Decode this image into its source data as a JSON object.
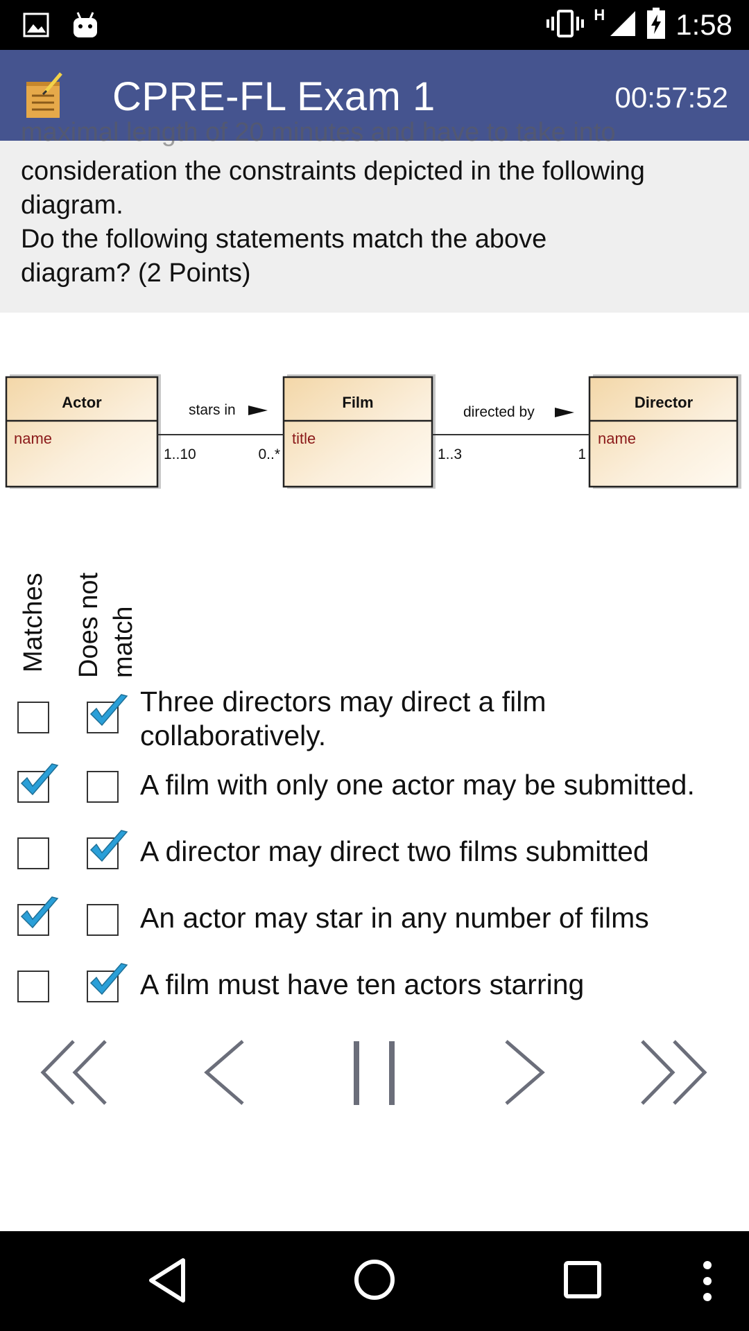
{
  "status_bar": {
    "time": "1:58",
    "network_type": "H",
    "icons": [
      "image-icon",
      "android-icon",
      "vibrate-icon",
      "signal-icon",
      "battery-charging-icon"
    ]
  },
  "app_bar": {
    "title": "CPRE-FL Exam 1",
    "timer": "00:57:52",
    "icon": "exam-notepad-icon"
  },
  "question": {
    "partial_line": "maximal length of 20 minutes and have to take into",
    "lines": [
      "consideration the constraints depicted in the following",
      "diagram.",
      "Do the following statements match the above",
      "diagram? (2 Points)"
    ]
  },
  "diagram": {
    "classes": [
      {
        "name": "Actor",
        "attribute": "name"
      },
      {
        "name": "Film",
        "attribute": "title"
      },
      {
        "name": "Director",
        "attribute": "name"
      }
    ],
    "associations": [
      {
        "label": "stars in",
        "from_mult": "1..10",
        "to_mult": "0..*"
      },
      {
        "label": "directed by",
        "from_mult": "1..3",
        "to_mult": "1"
      }
    ]
  },
  "columns": {
    "matches": "Matches",
    "does_not_match_line1": "Does not",
    "does_not_match_line2": "match"
  },
  "statements": [
    {
      "line1": "Three directors may direct a film",
      "line2": "collaboratively.",
      "matches": false,
      "does_not_match": true
    },
    {
      "line1": "A film with only one actor may be submitted.",
      "line2": "",
      "matches": true,
      "does_not_match": false
    },
    {
      "line1": "A director may direct two films submitted",
      "line2": "",
      "matches": false,
      "does_not_match": true
    },
    {
      "line1": "An actor may star in any number of films",
      "line2": "",
      "matches": true,
      "does_not_match": false
    },
    {
      "line1": "A film must have ten actors starring",
      "line2": "",
      "matches": false,
      "does_not_match": true
    }
  ],
  "navigation": {
    "buttons": [
      "first-question-icon",
      "previous-question-icon",
      "pause-icon",
      "next-question-icon",
      "last-question-icon"
    ]
  },
  "colors": {
    "app_bar": "#45548f",
    "question_bg": "#efefef",
    "check": "#2a9fd8",
    "nav_icon": "#6b6e7a",
    "class_fill": "#f6dfb8",
    "attribute_text": "#8b1a1a"
  }
}
